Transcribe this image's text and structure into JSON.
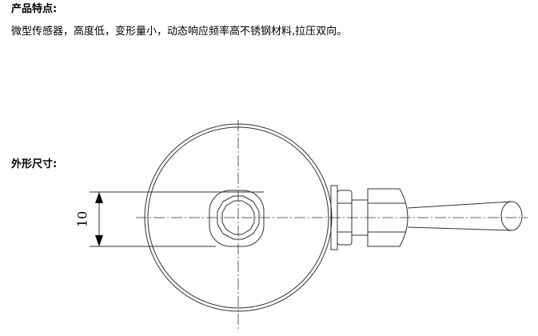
{
  "features": {
    "heading": "产品特点:",
    "text": "微型传感器，高度低，变形量小，动态响应频率高不锈钢材料,拉压双向。"
  },
  "dimensions": {
    "heading": "外形尺寸:",
    "label": "10"
  },
  "colors": {
    "text": "#000000",
    "line": "#333333",
    "background": "#ffffff"
  }
}
